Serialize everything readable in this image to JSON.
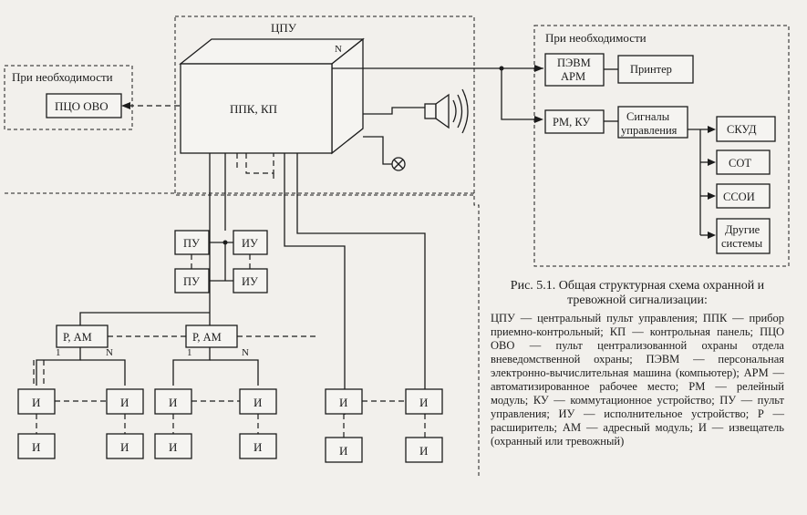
{
  "regions": {
    "left_optional": "При необходимости",
    "right_optional": "При необходимости"
  },
  "nodes": {
    "cpu": "ЦПУ",
    "ppk": "ППК, КП",
    "pco": "ПЦО ОВО",
    "pevm_l1": "ПЭВМ",
    "pevm_l2": "АРМ",
    "printer": "Принтер",
    "rmku": "РМ, КУ",
    "signals_l1": "Сигналы",
    "signals_l2": "управления",
    "skud": "СКУД",
    "sot": "СОТ",
    "ssoi": "ССОИ",
    "other_l1": "Другие",
    "other_l2": "системы",
    "pu": "ПУ",
    "iu": "ИУ",
    "ram": "Р, АМ",
    "i": "И"
  },
  "labels": {
    "n": "N",
    "one": "1"
  },
  "caption": {
    "title": "Рис. 5.1. Общая структурная схема охранной и тревожной сигнализации:",
    "body": "ЦПУ — центральный пульт управления; ППК — прибор приемно-контрольный; КП — контрольная панель; ПЦО ОВО — пульт централизованной охраны отдела вневедомственной охраны; ПЭВМ — персональная электронно-вычислительная машина (компьютер); АРМ — автоматизированное рабочее место; РМ — релейный модуль; КУ — коммутационное устройство; ПУ — пульт управления; ИУ — исполнительное устройство; Р — расширитель; АМ — адресный модуль; И — извещатель (охранный или тревожный)"
  }
}
